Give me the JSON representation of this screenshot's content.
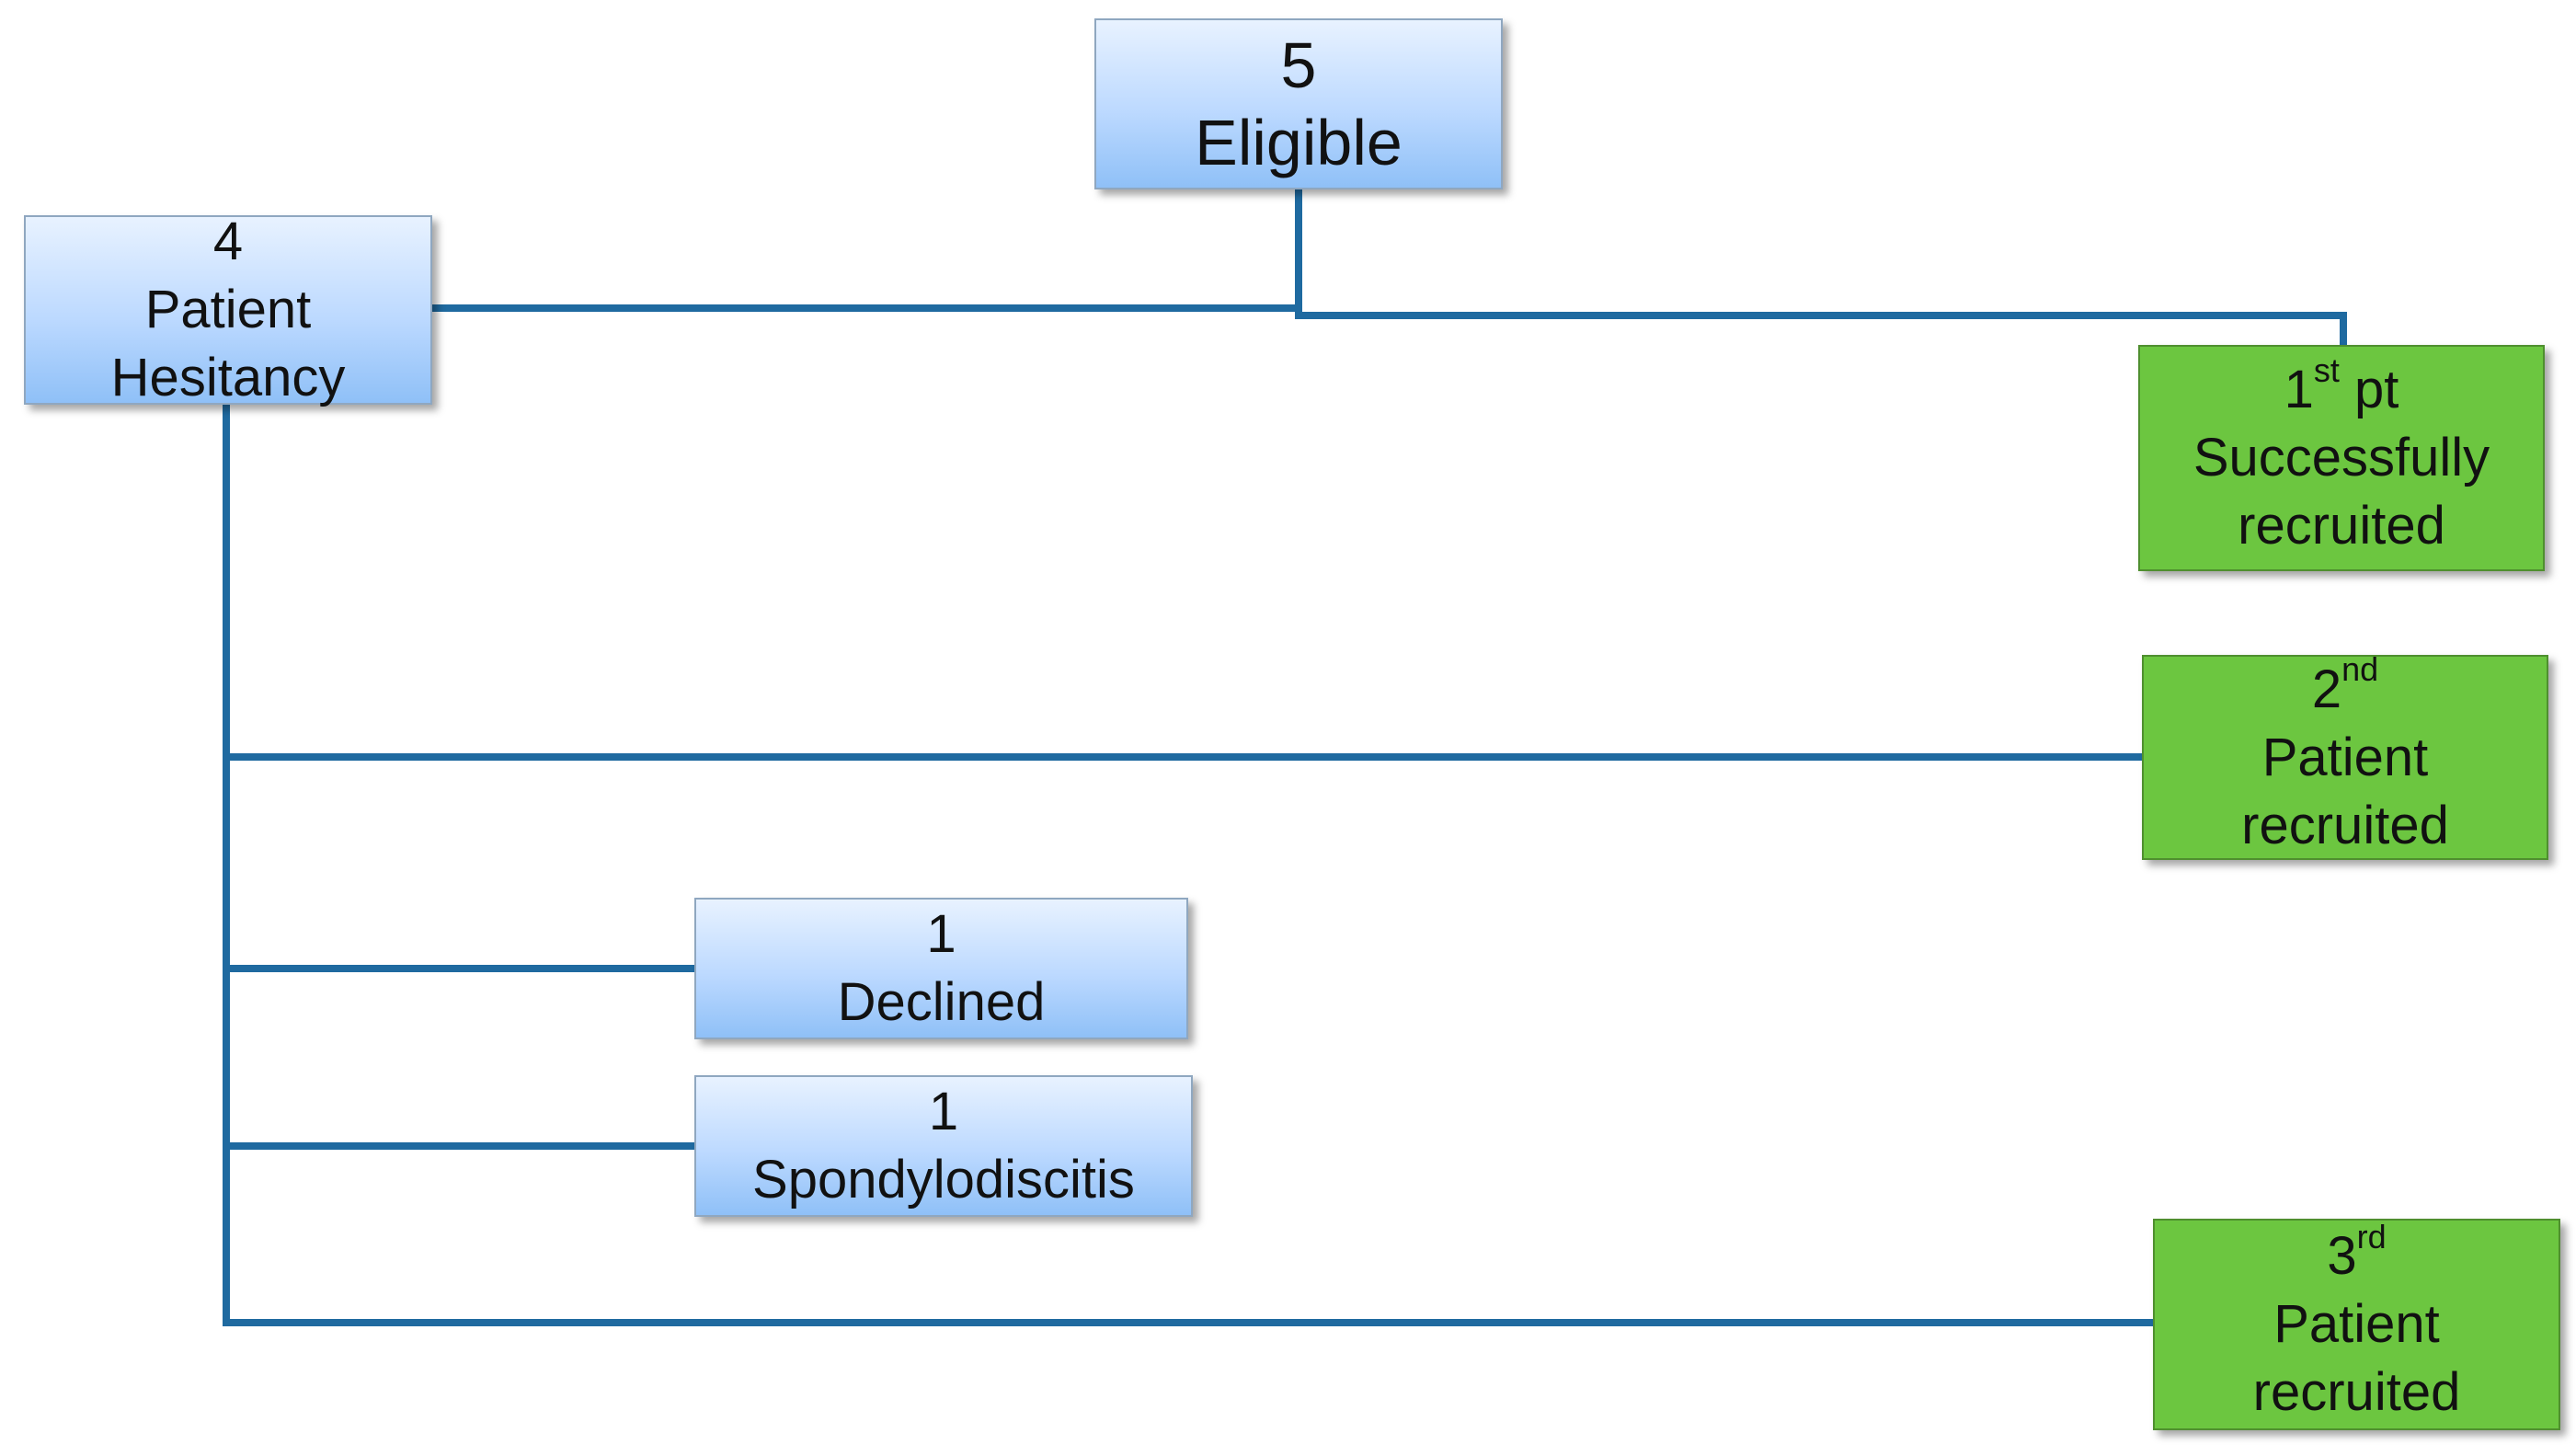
{
  "nodes": {
    "eligible": {
      "count": "5",
      "label": "Eligible"
    },
    "hesitancy": {
      "count": "4",
      "label_1": "Patient",
      "label_2": "Hesitancy"
    },
    "first": {
      "ordinal_num": "1",
      "ordinal_suffix": "st",
      "ordinal_tail": " pt",
      "label_1": "Successfully",
      "label_2": "recruited"
    },
    "second": {
      "ordinal_num": "2",
      "ordinal_suffix": "nd",
      "label_1": "Patient",
      "label_2": "recruited"
    },
    "declined": {
      "count": "1",
      "label": "Declined"
    },
    "spondylodiscitis": {
      "count": "1",
      "label": "Spondylodiscitis"
    },
    "third": {
      "ordinal_num": "3",
      "ordinal_suffix": "rd",
      "label_1": "Patient",
      "label_2": "recruited"
    }
  },
  "colors": {
    "connector": "#1f6aa0",
    "blue_box_top": "#e8f2ff",
    "blue_box_bottom": "#8fc0f7",
    "green_box": "#6cc640"
  }
}
